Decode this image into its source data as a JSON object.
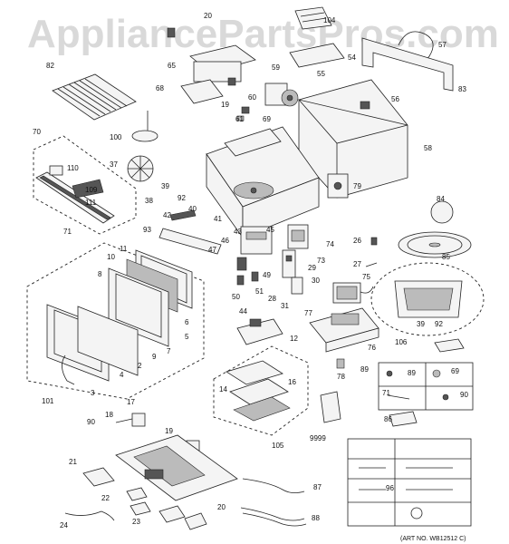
{
  "watermark": "AppliancePartsPros.com",
  "art_number": "(ART NO. WB12512 C)",
  "callouts": [
    {
      "n": "104"
    },
    {
      "n": "57"
    },
    {
      "n": "54"
    },
    {
      "n": "83"
    },
    {
      "n": "82"
    },
    {
      "n": "65"
    },
    {
      "n": "20"
    },
    {
      "n": "19"
    },
    {
      "n": "68"
    },
    {
      "n": "59"
    },
    {
      "n": "55"
    },
    {
      "n": "56"
    },
    {
      "n": "60"
    },
    {
      "n": "61"
    },
    {
      "n": "69"
    },
    {
      "n": "58"
    },
    {
      "n": "100"
    },
    {
      "n": "70"
    },
    {
      "n": "37"
    },
    {
      "n": "110"
    },
    {
      "n": "109"
    },
    {
      "n": "111"
    },
    {
      "n": "38"
    },
    {
      "n": "39"
    },
    {
      "n": "92"
    },
    {
      "n": "40"
    },
    {
      "n": "41"
    },
    {
      "n": "43"
    },
    {
      "n": "79"
    },
    {
      "n": "84"
    },
    {
      "n": "71"
    },
    {
      "n": "42"
    },
    {
      "n": "93"
    },
    {
      "n": "46"
    },
    {
      "n": "45"
    },
    {
      "n": "47"
    },
    {
      "n": "49"
    },
    {
      "n": "29"
    },
    {
      "n": "74"
    },
    {
      "n": "73"
    },
    {
      "n": "26"
    },
    {
      "n": "85"
    },
    {
      "n": "11"
    },
    {
      "n": "10"
    },
    {
      "n": "27"
    },
    {
      "n": "75"
    },
    {
      "n": "8"
    },
    {
      "n": "50"
    },
    {
      "n": "51"
    },
    {
      "n": "28"
    },
    {
      "n": "31"
    },
    {
      "n": "30"
    },
    {
      "n": "44"
    },
    {
      "n": "6"
    },
    {
      "n": "5"
    },
    {
      "n": "7"
    },
    {
      "n": "39"
    },
    {
      "n": "92"
    },
    {
      "n": "77"
    },
    {
      "n": "12"
    },
    {
      "n": "9"
    },
    {
      "n": "2"
    },
    {
      "n": "106"
    },
    {
      "n": "76"
    },
    {
      "n": "4"
    },
    {
      "n": "89"
    },
    {
      "n": "69"
    },
    {
      "n": "89"
    },
    {
      "n": "78"
    },
    {
      "n": "3"
    },
    {
      "n": "14"
    },
    {
      "n": "16"
    },
    {
      "n": "71"
    },
    {
      "n": "90"
    },
    {
      "n": "101"
    },
    {
      "n": "17"
    },
    {
      "n": "18"
    },
    {
      "n": "9999"
    },
    {
      "n": "90"
    },
    {
      "n": "19"
    },
    {
      "n": "86"
    },
    {
      "n": "105"
    },
    {
      "n": "21"
    },
    {
      "n": "96"
    },
    {
      "n": "22"
    },
    {
      "n": "87"
    },
    {
      "n": "23"
    },
    {
      "n": "20"
    },
    {
      "n": "24"
    },
    {
      "n": "88"
    }
  ]
}
